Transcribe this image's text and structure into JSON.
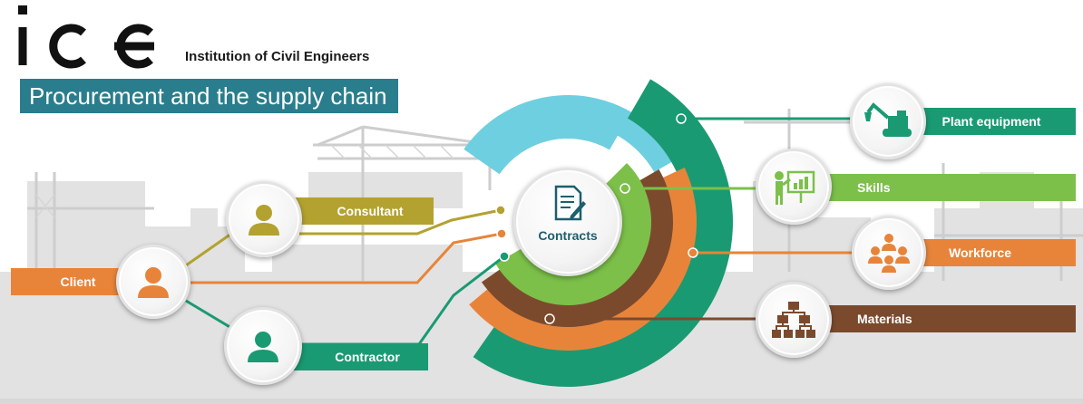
{
  "header": {
    "logo_text": "ice",
    "organisation": "Institution of Civil Engineers",
    "title": "Procurement and the supply chain"
  },
  "center": {
    "label": "Contracts",
    "icon": "contract-document-icon"
  },
  "parties": [
    {
      "key": "client",
      "label": "Client",
      "color": "#e8843a",
      "icon": "person-icon"
    },
    {
      "key": "consultant",
      "label": "Consultant",
      "color": "#b3a230",
      "icon": "person-icon"
    },
    {
      "key": "contractor",
      "label": "Contractor",
      "color": "#1a9a72",
      "icon": "person-icon"
    }
  ],
  "resources": [
    {
      "key": "plant",
      "label": "Plant equipment",
      "color": "#1a9a72",
      "icon": "excavator-icon"
    },
    {
      "key": "skills",
      "label": "Skills",
      "color": "#7cc04a",
      "icon": "presenter-icon"
    },
    {
      "key": "workforce",
      "label": "Workforce",
      "color": "#e8843a",
      "icon": "group-icon"
    },
    {
      "key": "materials",
      "label": "Materials",
      "color": "#7b4a2d",
      "icon": "hierarchy-icon"
    }
  ],
  "ring_colors": [
    "#6ecfe0",
    "#1a9a72",
    "#e8843a",
    "#7b4a2d",
    "#7cc04a"
  ]
}
